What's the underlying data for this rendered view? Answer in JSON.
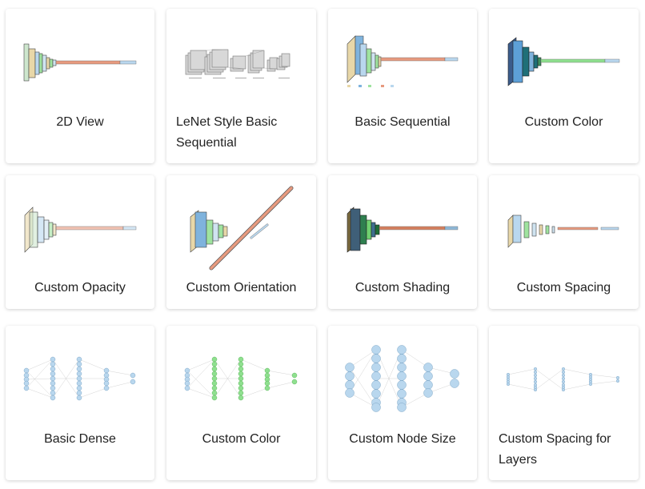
{
  "cards": [
    {
      "id": "2d-view",
      "title": "2D View"
    },
    {
      "id": "lenet-style",
      "title": "LeNet Style Basic Sequential"
    },
    {
      "id": "basic-sequential",
      "title": "Basic Sequential"
    },
    {
      "id": "custom-color",
      "title": "Custom Color"
    },
    {
      "id": "custom-opacity",
      "title": "Custom Opacity"
    },
    {
      "id": "custom-orientation",
      "title": "Custom Orientation"
    },
    {
      "id": "custom-shading",
      "title": "Custom Shading"
    },
    {
      "id": "custom-spacing",
      "title": "Custom Spacing"
    },
    {
      "id": "basic-dense",
      "title": "Basic Dense"
    },
    {
      "id": "dense-custom-color",
      "title": "Custom Color"
    },
    {
      "id": "custom-node-size",
      "title": "Custom Node Size"
    },
    {
      "id": "custom-spacing-layers",
      "title": "Custom Spacing for Layers"
    }
  ]
}
